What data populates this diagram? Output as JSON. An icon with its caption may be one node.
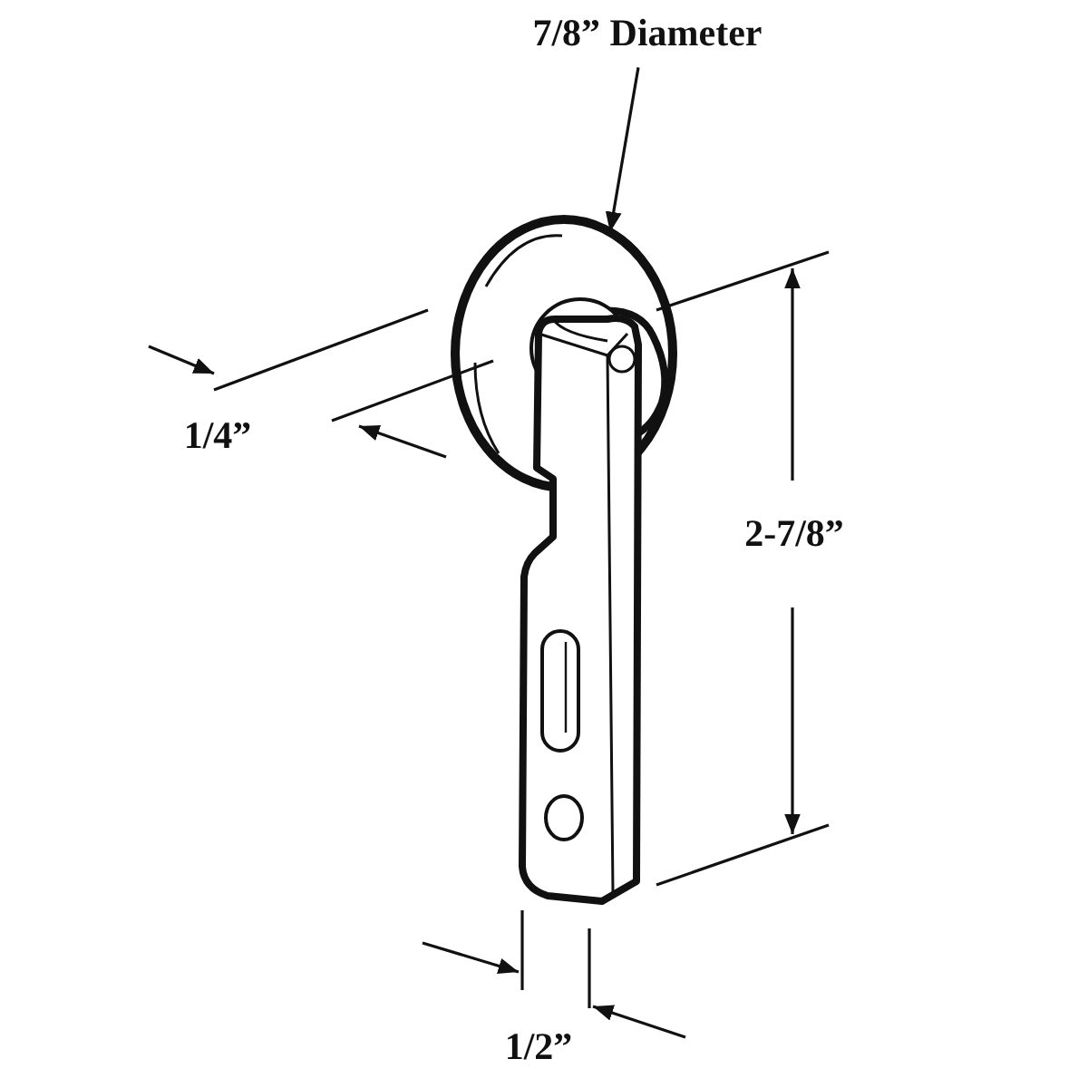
{
  "diagram": {
    "nodes": [
      {
        "text": [
          "7/8” Diameter"
        ]
      },
      {
        "text": [],
        "shape": "picture"
      }
    ],
    "edges": [
      {
        "from": 0,
        "to": 1,
        "arrow": "to"
      }
    ],
    "labels": [
      "1/4”",
      "2-7/8”",
      "1/2”"
    ]
  }
}
